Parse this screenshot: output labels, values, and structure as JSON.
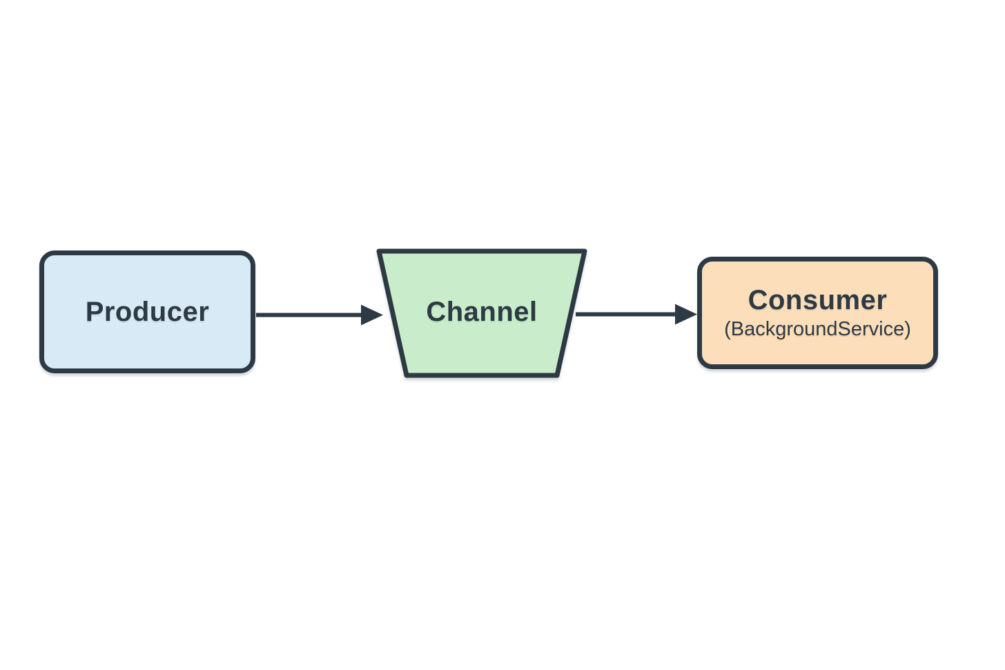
{
  "diagram": {
    "type": "flow-diagram",
    "background": "#ffffff",
    "nodes": [
      {
        "id": "producer",
        "label": "Producer",
        "shape": "rounded-rect",
        "fill": "#d9eaf7"
      },
      {
        "id": "channel",
        "label": "Channel",
        "shape": "trapezoid",
        "fill": "#c9edca"
      },
      {
        "id": "consumer",
        "label": "Consumer",
        "sublabel": "(BackgroundService)",
        "shape": "rounded-rect",
        "fill": "#fcdfba"
      }
    ],
    "edges": [
      {
        "from": "producer",
        "to": "channel",
        "style": "solid-arrow"
      },
      {
        "from": "channel",
        "to": "consumer",
        "style": "solid-arrow"
      }
    ]
  },
  "colors": {
    "ink": "#2d3a44",
    "producer_fill": "#d9eaf7",
    "channel_fill": "#c9edca",
    "consumer_fill": "#fcdfba",
    "background": "#ffffff"
  }
}
